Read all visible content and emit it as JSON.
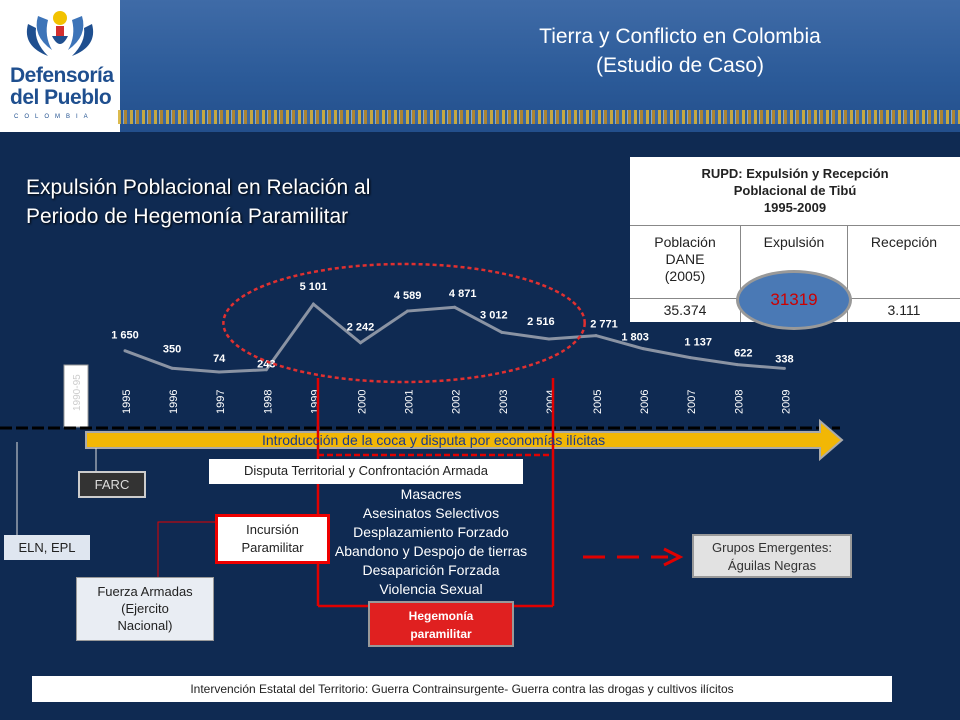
{
  "header": {
    "logo_line1": "Defensoría",
    "logo_line2": "del Pueblo",
    "logo_line3": "COLOMBIA",
    "title_line1": "Tierra y Conflicto en Colombia",
    "title_line2": "(Estudio de Caso)"
  },
  "subtitle_line1": "Expulsión Poblacional en Relación al",
  "subtitle_line2": "Periodo de Hegemonía Paramilitar",
  "rupd": {
    "title_line1": "RUPD: Expulsión y Recepción",
    "title_line2": "Poblacional de Tibú",
    "title_line3": "1995-2009",
    "col1_line1": "Población",
    "col1_line2": "DANE",
    "col1_line3": "(2005)",
    "col2": "Expulsión",
    "col3": "Recepción",
    "val1": "35.374",
    "val2": "31319",
    "val3": "3.111"
  },
  "colors": {
    "line": "#8a93a3",
    "ellipse": "#e03030",
    "arrow": "#f2b705",
    "red": "#e00000"
  },
  "chart_data": {
    "type": "line",
    "pre_label": "1990-95",
    "x": [
      "1995",
      "1996",
      "1997",
      "1998",
      "1999",
      "2000",
      "2001",
      "2002",
      "2003",
      "2004",
      "2005",
      "2006",
      "2007",
      "2008",
      "2009"
    ],
    "values": [
      1650,
      350,
      74,
      243,
      5101,
      2242,
      4589,
      4871,
      3012,
      2516,
      2771,
      1803,
      1137,
      622,
      338
    ],
    "labels": [
      "1 650",
      "350",
      "74",
      "243",
      "5 101",
      "2 242",
      "4 589",
      "4 871",
      "3 012",
      "2 516",
      "2 771",
      "1 803",
      "1 137",
      "622",
      "338"
    ],
    "highlight": [
      "1999",
      "2002"
    ]
  },
  "timeline": {
    "coca": "Introducción de la coca y disputa por economías ilícitas",
    "farc": "FARC",
    "disputa": "Disputa Territorial y Confrontación Armada",
    "eln": "ELN, EPL",
    "incursion_line1": "Incursión",
    "incursion_line2": "Paramilitar",
    "fuerza_line1": "Fuerza Armadas",
    "fuerza_line2": "(Ejercito",
    "fuerza_line3": "Nacional)",
    "violence": [
      "Masacres",
      "Asesinatos Selectivos",
      "Desplazamiento Forzado",
      "Abandono y Despojo de tierras",
      "Desaparición Forzada",
      "Violencia Sexual"
    ],
    "hegemonia_line1": "Hegemonía",
    "hegemonia_line2": "paramilitar",
    "grupos_line1": "Grupos Emergentes:",
    "grupos_line2": "Águilas Negras",
    "intervencion": "Intervención Estatal del Territorio: Guerra Contrainsurgente- Guerra contra las drogas y cultivos ilícitos"
  }
}
